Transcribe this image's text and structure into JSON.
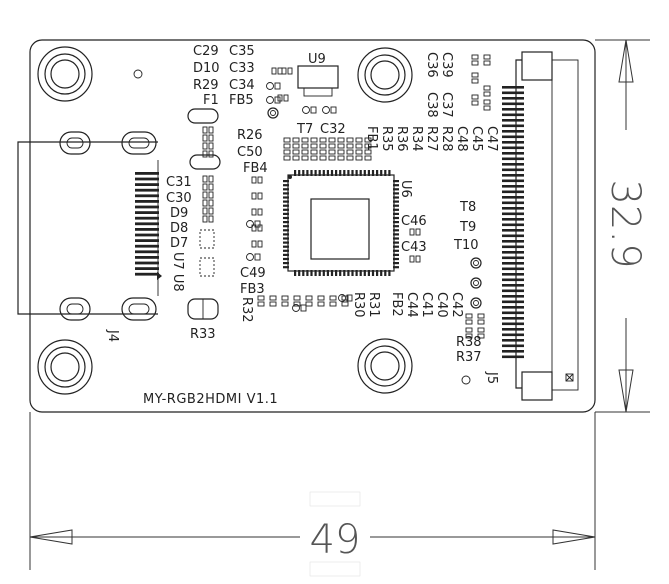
{
  "board": {
    "name": "MY-RGB2HDMI  V1.1",
    "width_dim": "49",
    "height_dim": "32.9"
  },
  "refdes": {
    "C29": "C29",
    "C35": "C35",
    "D10": "D10",
    "C33": "C33",
    "R29": "R29",
    "C34": "C34",
    "F1": "F1",
    "FB5": "FB5",
    "U9": "U9",
    "T7": "T7",
    "C32": "C32",
    "R26": "R26",
    "C50": "C50",
    "FB4": "FB4",
    "C31": "C31",
    "C30": "C30",
    "D9": "D9",
    "D8": "D8",
    "D7": "D7",
    "U7U8": "U7 U8",
    "C49": "C49",
    "FB3": "FB3",
    "R33": "R33",
    "J4": "J4",
    "R32": "R32",
    "U6": "U6",
    "FB1": "FB1",
    "R35": "R35",
    "R36": "R36",
    "R34": "R34",
    "R27": "R27",
    "R28": "R28",
    "C48": "C48",
    "C45": "C45",
    "C47": "C47",
    "C36": "C36",
    "C37": "C37",
    "C38": "C38",
    "C39": "C39",
    "C46": "C46",
    "C43": "C43",
    "T8": "T8",
    "T9": "T9",
    "T10": "T10",
    "R30": "R30",
    "R31": "R31",
    "FB2": "FB2",
    "C44": "C44",
    "C41": "C41",
    "C40": "C40",
    "C42": "C42",
    "R38": "R38",
    "R37": "R37",
    "J5": "J5"
  }
}
